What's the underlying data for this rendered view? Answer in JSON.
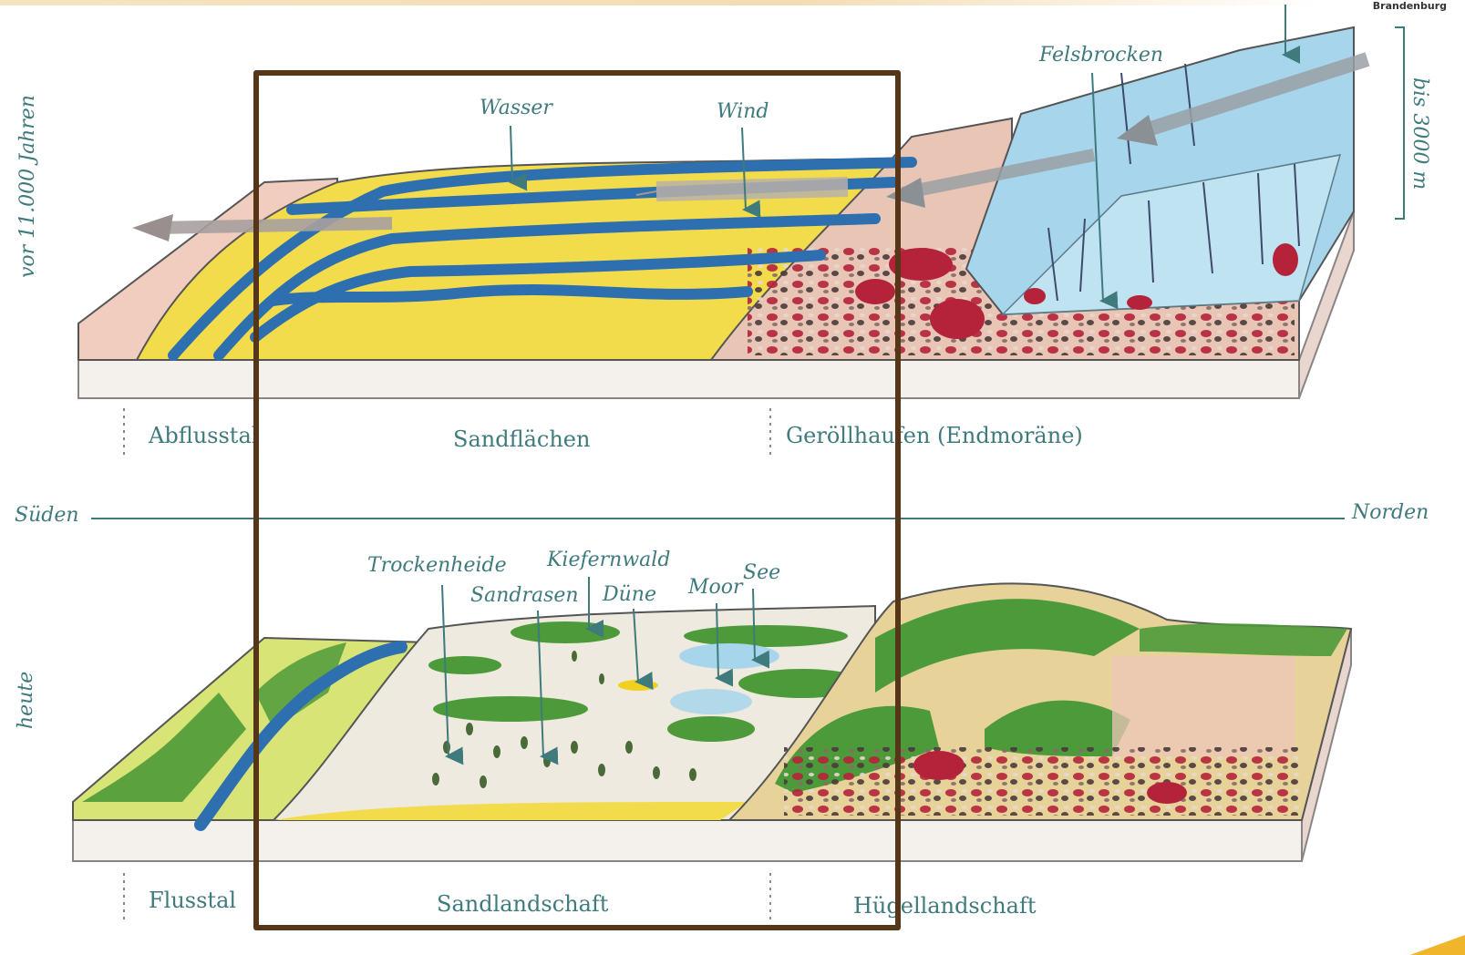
{
  "logo_text": "Brandenburg",
  "time_labels": {
    "past": "vor 11.000 Jahren",
    "present": "heute"
  },
  "height_label": "bis 3000 m",
  "directions": {
    "south": "Süden",
    "north": "Norden"
  },
  "top_panel": {
    "labels": {
      "water": "Wasser",
      "wind": "Wind",
      "boulders": "Felsbrocken"
    },
    "sections": {
      "valley": "Abflusstal",
      "sand": "Sandflächen",
      "moraine": "Geröllhaufen (Endmoräne)"
    }
  },
  "bottom_panel": {
    "labels": {
      "heath": "Trockenheide",
      "pine": "Kiefernwald",
      "sand_grass": "Sandrasen",
      "dune": "Düne",
      "bog": "Moor",
      "lake": "See"
    },
    "sections": {
      "valley": "Flusstal",
      "sand": "Sandlandschaft",
      "hills": "Hügellandschaft"
    }
  },
  "colors": {
    "label_teal": "#3f7a7c",
    "frame_brown": "#553619",
    "water_blue": "#2e6fb0",
    "sand_yellow": "#f2dc4c",
    "ice_blue": "#a7d6ec",
    "forest_green": "#4d9a3a",
    "rock_red": "#b4233a"
  }
}
